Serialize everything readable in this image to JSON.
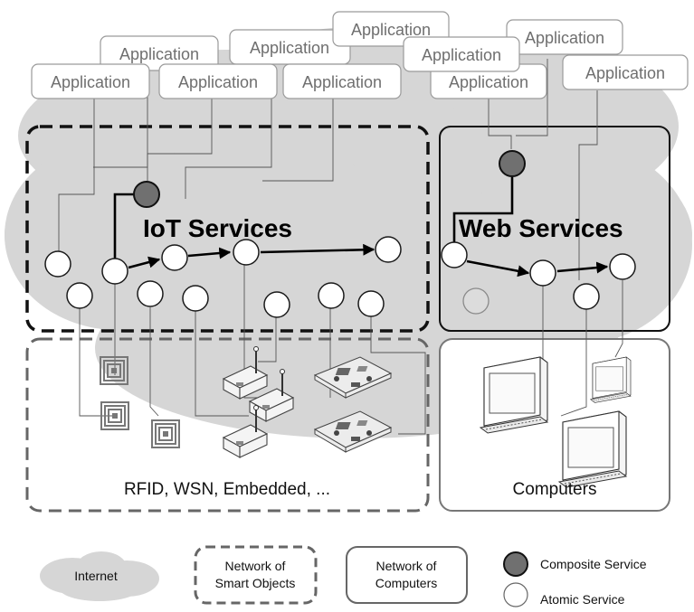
{
  "applications": [
    "Application",
    "Application",
    "Application",
    "Application",
    "Application",
    "Application",
    "Application",
    "Application",
    "Application",
    "Application"
  ],
  "labels": {
    "iot_services": "IoT Services",
    "web_services": "Web Services",
    "smart_objects_caption": "RFID, WSN, Embedded, ...",
    "computers_caption": "Computers"
  },
  "legend": {
    "internet": "Internet",
    "smart_objects_line1": "Network of",
    "smart_objects_line2": "Smart Objects",
    "computers_line1": "Network of",
    "computers_line2": "Computers",
    "composite": "Composite Service",
    "atomic": "Atomic Service"
  },
  "colors": {
    "cloud": "#d6d6d6",
    "composite_fill": "#707070",
    "atomic_fill": "#ffffff"
  }
}
